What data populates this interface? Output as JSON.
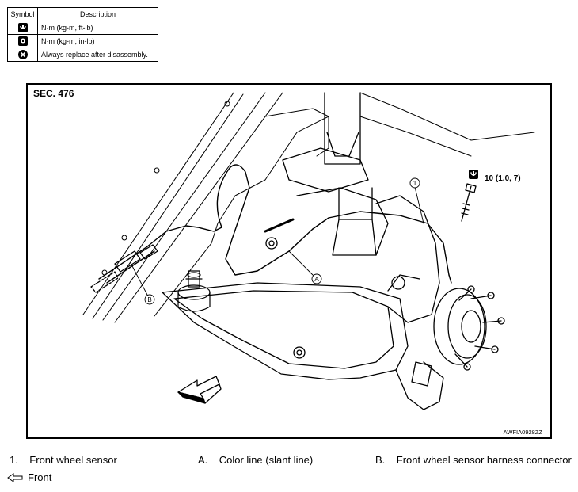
{
  "symbol_table": {
    "headers": [
      "Symbol",
      "Description"
    ],
    "rows": [
      {
        "icon": "torque-ft-lb-icon",
        "description": "N·m (kg-m, ft-lb)"
      },
      {
        "icon": "torque-in-lb-icon",
        "description": "N·m (kg-m, in-lb)"
      },
      {
        "icon": "replace-after-disassembly-icon",
        "description": "Always replace after disassembly."
      }
    ]
  },
  "diagram": {
    "section": "SEC. 476",
    "figure_code": "AWFIA0928ZZ",
    "torque_label": "10 (1.0, 7)",
    "callouts": [
      "1",
      "A",
      "B"
    ]
  },
  "legend": {
    "items": [
      {
        "key": "1.",
        "text": "Front wheel sensor"
      },
      {
        "key": "A.",
        "text": "Color line (slant line)"
      },
      {
        "key": "B.",
        "text": "Front wheel sensor harness connector"
      }
    ],
    "front": "Front"
  }
}
